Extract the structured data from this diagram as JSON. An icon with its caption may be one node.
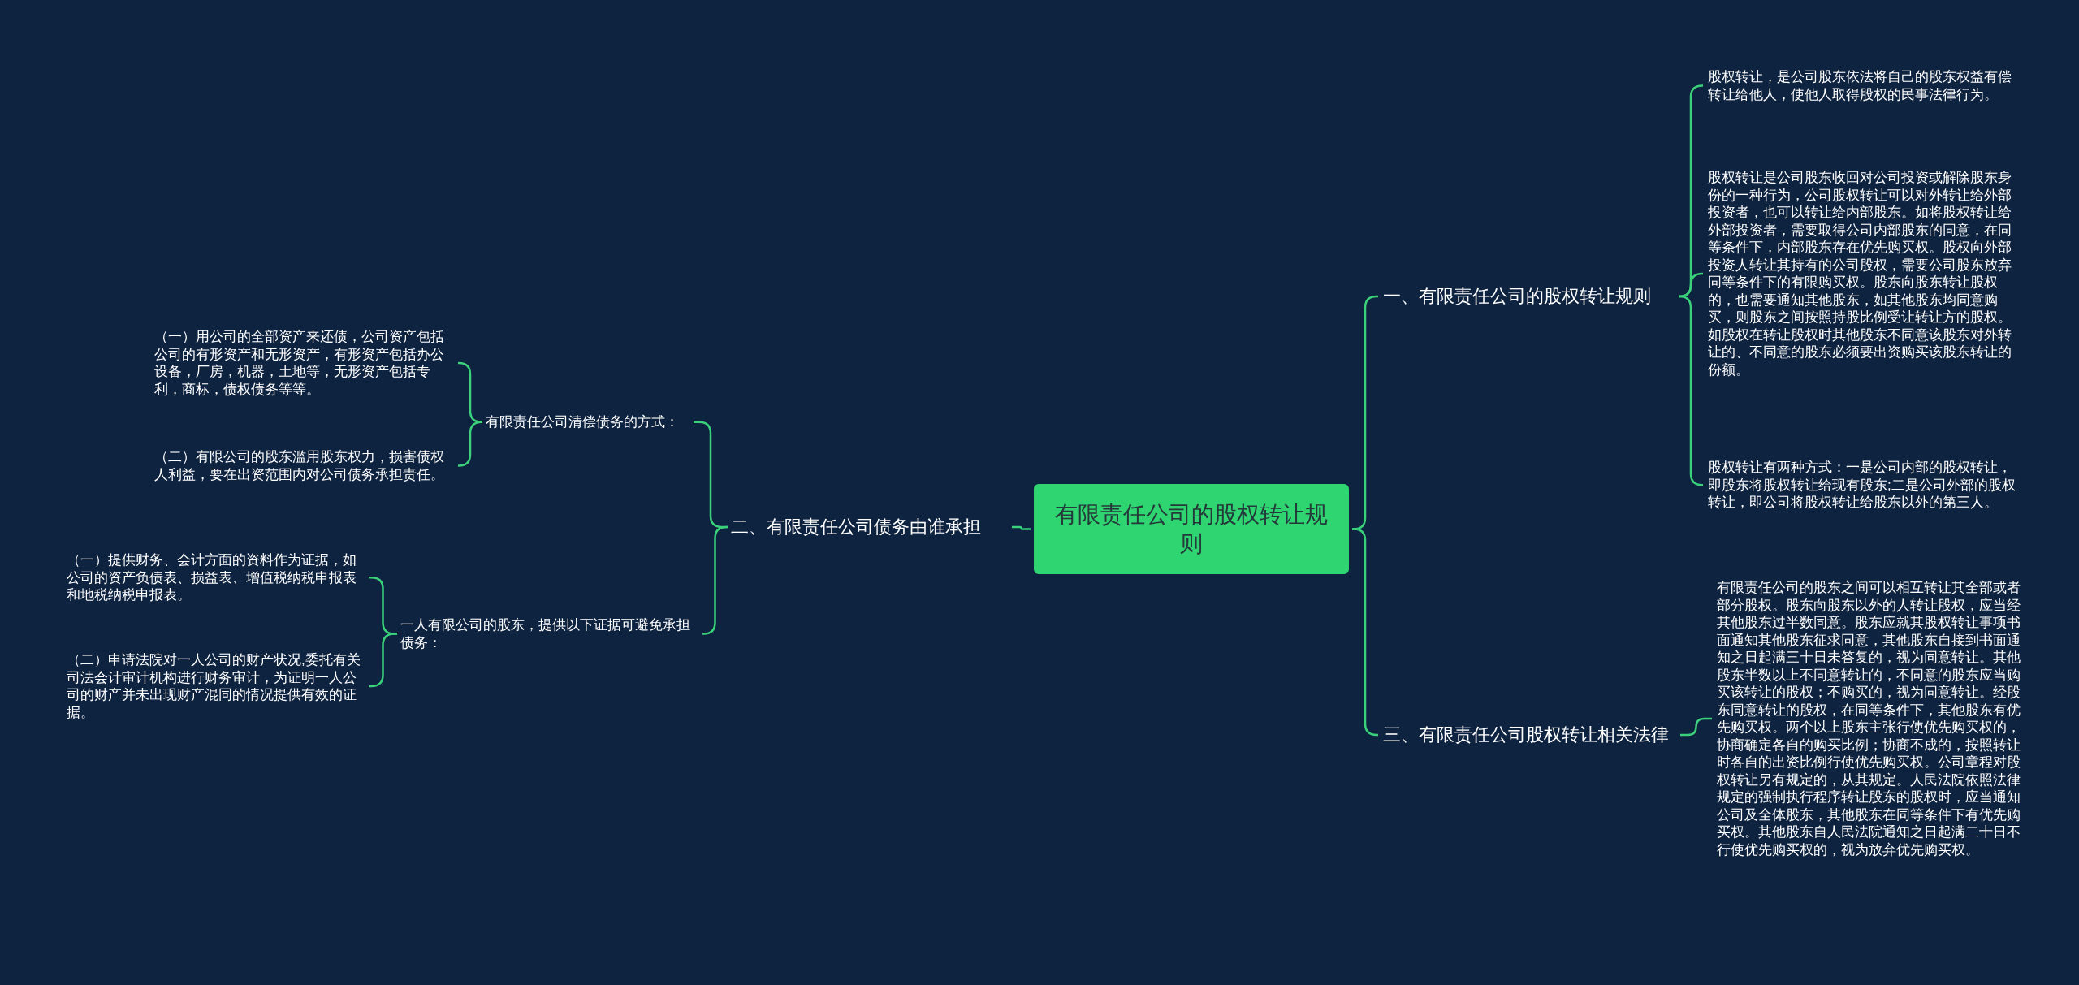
{
  "diagram": {
    "nodes": [
      {
        "text": [
          "有限责任公司的股权转让规则"
        ]
      },
      {
        "text": [
          "一、有限责任公司的股权转让规则"
        ]
      },
      {
        "text": [
          "股权转让，是公司股东依法将自己的股东权益有偿转让给他人，使他人取得股权的民事法律行为。"
        ]
      },
      {
        "text": [
          "股权转让是公司股东收回对公司投资或解除股东身份的一种行为，公司股权转让可以对外转让给外部投资者，也可以转让给内部股东。如将股权转让给外部投资者，需要取得公司内部股东的同意，在同等条件下，内部股东存在优先购买权。股权向外部投资人转让其持有的公司股权，需要公司股东放弃同等条件下的有限购买权。股东向股东转让股权的，也需要通知其他股东，如其他股东均同意购买，则股东之间按照持股比例受让转让方的股权。如股权在转让股权时其他股东不同意该股东对外转让的、不同意的股东必须要出资购买该股东转让的份额。"
        ]
      },
      {
        "text": [
          "股权转让有两种方式：一是公司内部的股权转让，即股东将股权转让给现有股东;二是公司外部的股权转让，即公司将股权转让给股东以外的第三人。"
        ]
      },
      {
        "text": [
          "三、有限责任公司股权转让相关法律"
        ]
      },
      {
        "text": [
          "有限责任公司的股东之间可以相互转让其全部或者部分股权。股东向股东以外的人转让股权，应当经其他股东过半数同意。股东应就其股权转让事项书面通知其他股东征求同意，其他股东自接到书面通知之日起满三十日未答复的，视为同意转让。其他股东半数以上不同意转让的，不同意的股东应当购买该转让的股权；不购买的，视为同意转让。经股东同意转让的股权，在同等条件下，其他股东有优先购买权。两个以上股东主张行使优先购买权的，协商确定各自的购买比例；协商不成的，按照转让时各自的出资比例行使优先购买权。公司章程对股权转让另有规定的，从其规定。人民法院依照法律规定的强制执行程序转让股东的股权时，应当通知公司及全体股东，其他股东在同等条件下有优先购买权。其他股东自人民法院通知之日起满二十日不行使优先购买权的，视为放弃优先购买权。"
        ]
      },
      {
        "text": [
          "二、有限责任公司债务由谁承担"
        ]
      },
      {
        "text": [
          "有限责任公司清偿债务的方式："
        ]
      },
      {
        "text": [
          "（一）用公司的全部资产来还债，公司资产包括公司的有形资产和无形资产，有形资产包括办公设备，厂房，机器，土地等，无形资产包括专利，商标，债权债务等等。"
        ]
      },
      {
        "text": [
          "（二）有限公司的股东滥用股东权力，损害债权人利益，要在出资范围内对公司债务承担责任。"
        ]
      },
      {
        "text": [
          "一人有限公司的股东，提供以下证据可避免承担债务："
        ]
      },
      {
        "text": [
          "（一）提供财务、会计方面的资料作为证据，如公司的资产负债表、损益表、增值税纳税申报表和地税纳税申报表。"
        ]
      },
      {
        "text": [
          "（二）申请法院对一人公司的财产状况,委托有关司法会计审计机构进行财务审计，为证明一人公司的财产并未出现财产混同的情况提供有效的证据。"
        ]
      }
    ],
    "edges": [
      {
        "from": 0,
        "to": 1,
        "arrow": "none"
      },
      {
        "from": 1,
        "to": 2,
        "arrow": "none"
      },
      {
        "from": 1,
        "to": 3,
        "arrow": "none"
      },
      {
        "from": 1,
        "to": 4,
        "arrow": "none"
      },
      {
        "from": 0,
        "to": 5,
        "arrow": "none"
      },
      {
        "from": 5,
        "to": 6,
        "arrow": "none"
      },
      {
        "from": 0,
        "to": 7,
        "arrow": "none"
      },
      {
        "from": 7,
        "to": 8,
        "arrow": "none"
      },
      {
        "from": 8,
        "to": 9,
        "arrow": "none"
      },
      {
        "from": 8,
        "to": 10,
        "arrow": "none"
      },
      {
        "from": 7,
        "to": 11,
        "arrow": "none"
      },
      {
        "from": 11,
        "to": 12,
        "arrow": "none"
      },
      {
        "from": 11,
        "to": 13,
        "arrow": "none"
      }
    ]
  }
}
